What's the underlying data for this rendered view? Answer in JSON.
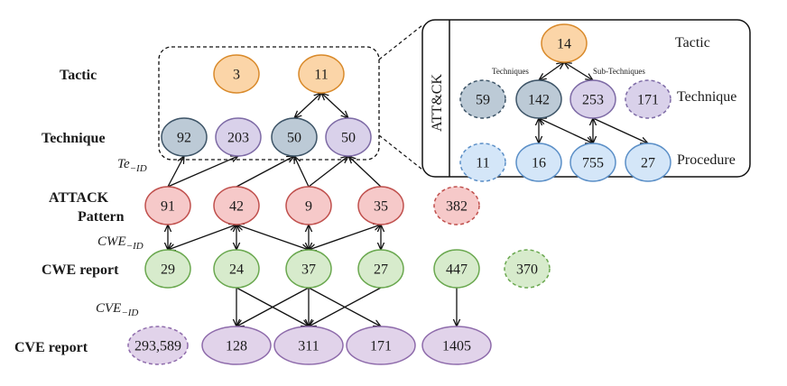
{
  "row_labels": {
    "tactic": "Tactic",
    "technique": "Technique",
    "attack_pattern_line1": "ATTACK",
    "attack_pattern_line2": "Pattern",
    "cwe_report": "CWE report",
    "cve_report": "CVE report"
  },
  "relation_labels": {
    "te_id": "Te_ID",
    "cwe_id": "CWE_ID",
    "cve_id": "CVE_ID"
  },
  "tactic_nodes": [
    "3",
    "11"
  ],
  "technique_nodes": [
    "92",
    "203",
    "50",
    "50"
  ],
  "attack_pattern_nodes": [
    "91",
    "42",
    "9",
    "35",
    "382"
  ],
  "cwe_nodes": [
    "29",
    "24",
    "37",
    "27",
    "447",
    "370"
  ],
  "cve_nodes": [
    "293,589",
    "128",
    "311",
    "171",
    "1405"
  ],
  "attck_panel": {
    "side_title": "ATT&CK",
    "tactic_label": "Tactic",
    "technique_label": "Technique",
    "procedure_label": "Procedure",
    "techniques_caption": "Techniques",
    "subtechniques_caption": "Sub-Techniques",
    "tactic_node": "14",
    "technique_nodes": [
      "59",
      "142",
      "253",
      "171"
    ],
    "procedure_nodes": [
      "11",
      "16",
      "755",
      "27"
    ]
  },
  "colors": {
    "tactic_fill": "#fbd5a8",
    "tactic_stroke": "#d98a2b",
    "tech_dark_fill": "#bccad6",
    "tech_dark_stroke": "#3e5568",
    "tech_purple_fill": "#d9d1ea",
    "tech_purple_stroke": "#7e6ba6",
    "attack_fill": "#f6c9c9",
    "attack_stroke": "#c0504d",
    "cwe_fill": "#d7ebcc",
    "cwe_stroke": "#6aa84f",
    "cve_fill": "#e1d3ea",
    "cve_stroke": "#8e6bab",
    "proc_fill": "#d4e6f8",
    "proc_stroke": "#5b8fc7"
  }
}
